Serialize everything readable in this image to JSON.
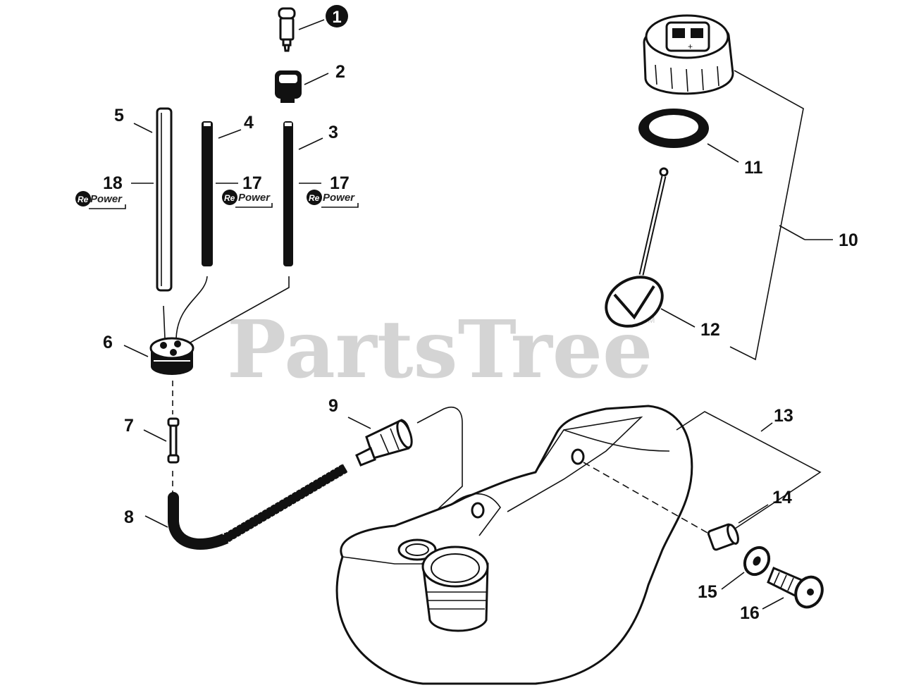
{
  "watermark": {
    "text": "PartsTree",
    "mark": "TM"
  },
  "repower_badge": {
    "re": "Re",
    "power": "Power"
  },
  "callouts": {
    "c1": "1",
    "c2": "2",
    "c3": "3",
    "c4": "4",
    "c5": "5",
    "c6": "6",
    "c7": "7",
    "c8": "8",
    "c9": "9",
    "c10": "10",
    "c11": "11",
    "c12": "12",
    "c13": "13",
    "c14": "14",
    "c15": "15",
    "c16": "16",
    "c17a": "17",
    "c17b": "17",
    "c18": "18"
  }
}
